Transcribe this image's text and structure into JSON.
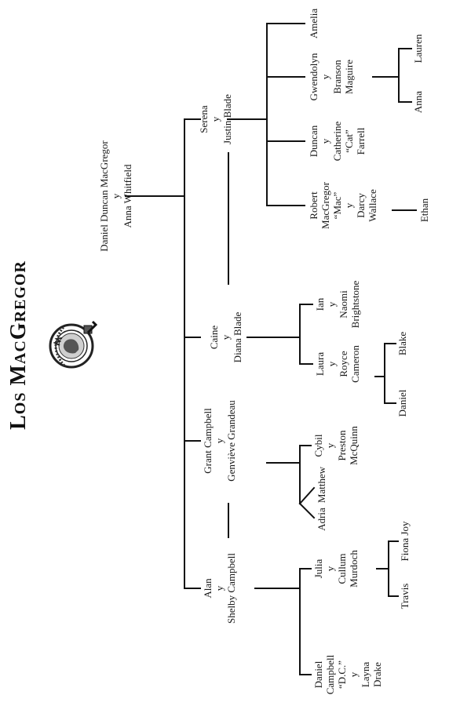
{
  "title": "Los MacGregor",
  "crest": {
    "icon": "macgregor-clan-crest-icon",
    "motto": "E'RIOGHAL MO DHREAM"
  },
  "nodes": {
    "root": [
      "Daniel Duncan MacGregor",
      "y",
      "Anna Whitfield"
    ],
    "serena": [
      "Serena",
      "y",
      "Justin Blade"
    ],
    "caine": [
      "Caine",
      "y",
      "Diana Blade"
    ],
    "grant": [
      "Grant Campbell",
      "y",
      "Genviève Grandeau"
    ],
    "alan": [
      "Alan",
      "y",
      "Shelby Campbell"
    ],
    "amelia": [
      "Amelia"
    ],
    "gwendolyn": [
      "Gwendolyn",
      "y",
      "Branson",
      "Maguire"
    ],
    "duncan": [
      "Duncan",
      "y",
      "Catherine",
      "“Cat”",
      "Farrell"
    ],
    "robert": [
      "Robert",
      "MacGregor",
      "“Mac”",
      "y",
      "Darcy",
      "Wallace"
    ],
    "lauren": [
      "Lauren"
    ],
    "anna": [
      "Anna"
    ],
    "ethan": [
      "Ethan"
    ],
    "ian": [
      "Ian",
      "y",
      "Naomi",
      "Brightstone"
    ],
    "laura": [
      "Laura",
      "y",
      "Royce",
      "Cameron"
    ],
    "blake": [
      "Blake"
    ],
    "daniel_c": [
      "Daniel"
    ],
    "cybil": [
      "Cybil",
      "y",
      "Preston",
      "McQuinn"
    ],
    "matthew": [
      "Matthew"
    ],
    "adria": [
      "Adria"
    ],
    "julia": [
      "Julia",
      "y",
      "Cullum",
      "Murdoch"
    ],
    "fiona": [
      "Fiona Joy"
    ],
    "travis": [
      "Travis"
    ],
    "dc": [
      "Daniel",
      "Campbell",
      "“D.C.”",
      "y",
      "Layna",
      "Drake"
    ]
  }
}
